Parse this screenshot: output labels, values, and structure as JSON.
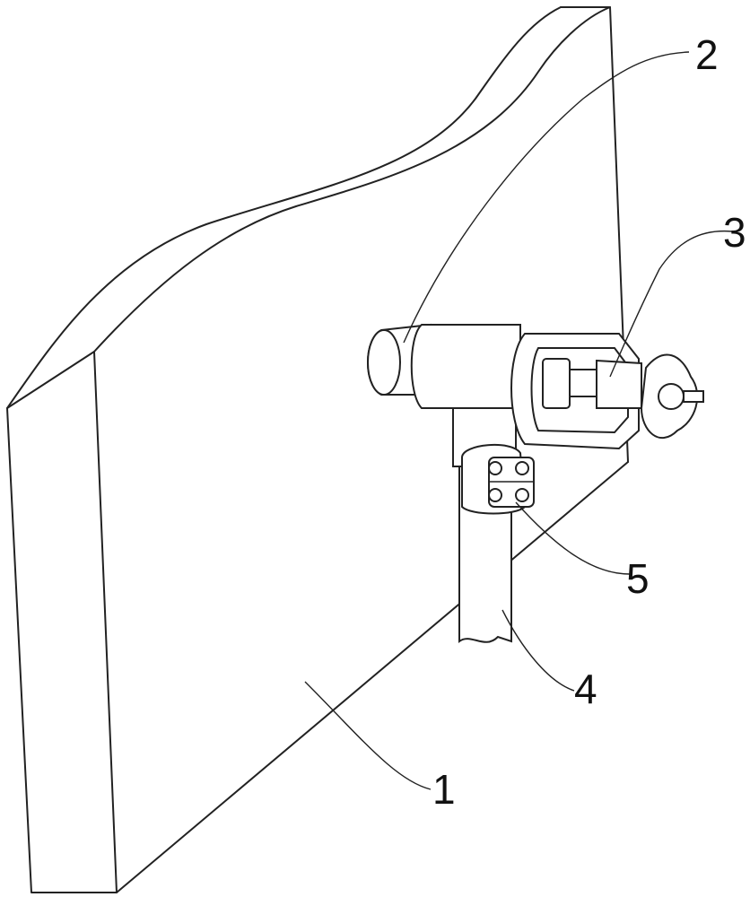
{
  "figure": {
    "labels": [
      {
        "id": "wall",
        "text": "1"
      },
      {
        "id": "pipe-tee",
        "text": "2"
      },
      {
        "id": "valve",
        "text": "3"
      },
      {
        "id": "vertical-pipe",
        "text": "4"
      },
      {
        "id": "clamp",
        "text": "5"
      }
    ],
    "line_color": "#222222",
    "background": "#ffffff"
  }
}
